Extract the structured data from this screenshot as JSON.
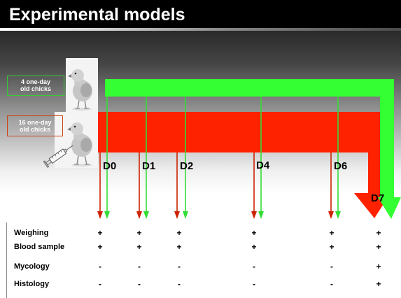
{
  "slide": {
    "title": "Experimental models"
  },
  "groups": [
    {
      "lines": [
        "4 one-day",
        "old chicks"
      ],
      "color": "#33cc33"
    },
    {
      "lines": [
        "16 one-day",
        "old chicks"
      ],
      "color": "#cc4411"
    }
  ],
  "timeline": {
    "days": [
      "D0",
      "D1",
      "D2",
      "D4",
      "D6",
      "D7"
    ]
  },
  "table": {
    "rows": [
      {
        "label": "Weighing",
        "marks": [
          "+",
          "+",
          "+",
          "+",
          "+",
          "+"
        ]
      },
      {
        "label": "Blood sample",
        "marks": [
          "+",
          "+",
          "+",
          "+",
          "+",
          "+"
        ]
      },
      {
        "label": "Mycology",
        "marks": [
          "-",
          "-",
          "-",
          "-",
          "-",
          "+"
        ]
      },
      {
        "label": "Histology",
        "marks": [
          "-",
          "-",
          "-",
          "-",
          "-",
          "+"
        ]
      }
    ]
  },
  "colors": {
    "title_bar": "#000000",
    "big_green": "#33ff33",
    "big_red": "#ff2200",
    "thin_red": "#cc2200",
    "thin_green": "#33dd33",
    "text": "#000000"
  }
}
